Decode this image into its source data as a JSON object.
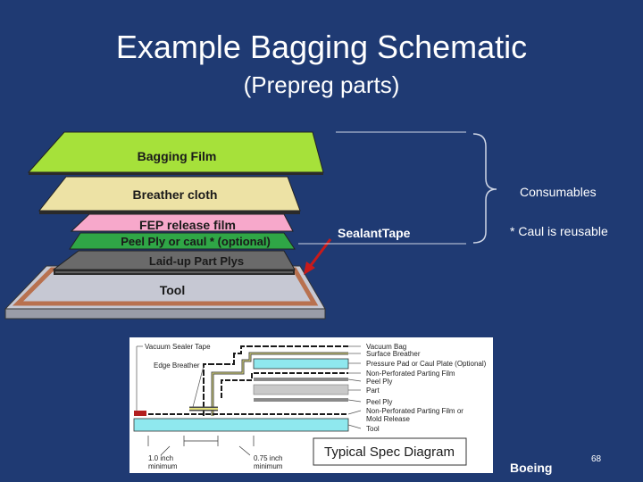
{
  "title": "Example Bagging Schematic",
  "subtitle": "(Prepreg parts)",
  "layers": {
    "bagging_film": "Bagging Film",
    "breather": "Breather cloth",
    "fep": "FEP release film",
    "peel_ply": "Peel Ply  or caul * (optional)",
    "part_plys": "Laid-up Part Plys",
    "tool": "Tool"
  },
  "sealant": "SealantTape",
  "consumables": "Consumables",
  "caul_note": "* Caul is reusable",
  "spec": {
    "caption": "Typical Spec Diagram",
    "vacuum_sealer_tape": "Vacuum Sealer Tape",
    "edge_breather": "Edge Breather",
    "dim1_a": "1.0 inch",
    "dim1_b": "minimum",
    "dim2_a": "0.75 inch",
    "dim2_b": "minimum",
    "right_labels": [
      "Vacuum Bag",
      "Surface Breather",
      "Pressure Pad or Caul Plate (Optional)",
      "Non-Perforated Parting Film",
      "Peel Ply",
      "Part",
      "Peel Ply",
      "Non-Perforated Parting Film or",
      "Mold Release",
      "Tool"
    ]
  },
  "footer": {
    "source": "Boeing",
    "page": "68"
  },
  "colors": {
    "background": "#1f3a73",
    "bagging_film": "#a6e13a",
    "breather": "#ede2a5",
    "fep": "#f7a8cb",
    "peel_ply": "#2fa646",
    "part_plys": "#6a6a6a",
    "tool": "#c6c8d3",
    "sealant": "#b8714f",
    "spec_cyan": "#8fe8ee"
  }
}
